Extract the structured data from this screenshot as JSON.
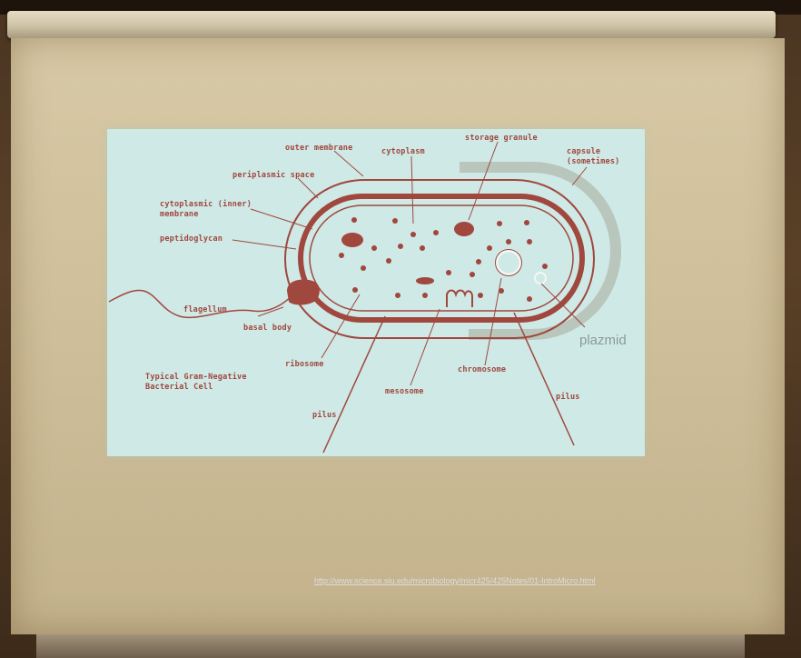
{
  "diagram": {
    "labels": {
      "outer_membrane": "outer membrane",
      "cytoplasm": "cytoplasm",
      "storage_granule": "storage granule",
      "capsule": "capsule\n(sometimes)",
      "periplasmic_space": "periplasmic space",
      "inner_membrane": "cytoplasmic (inner)\nmembrane",
      "peptidoglycan": "peptidoglycan",
      "flagellum": "flagellum",
      "basal_body": "basal body",
      "ribosome": "ribosome",
      "caption": "Typical Gram-Negative\nBacterial Cell",
      "mesosome": "mesosome",
      "chromosome": "chromosome",
      "pilus_left": "pilus",
      "pilus_right": "pilus",
      "plazmid": "plazmid"
    },
    "colors": {
      "ink": "#a0473e",
      "slide_background": "#cfe9e6",
      "plazmid_text": "#8a9a98"
    }
  },
  "source_url": "http://www.science.siu.edu/microbiology/micr425/425Notes/01-IntroMicro.html"
}
